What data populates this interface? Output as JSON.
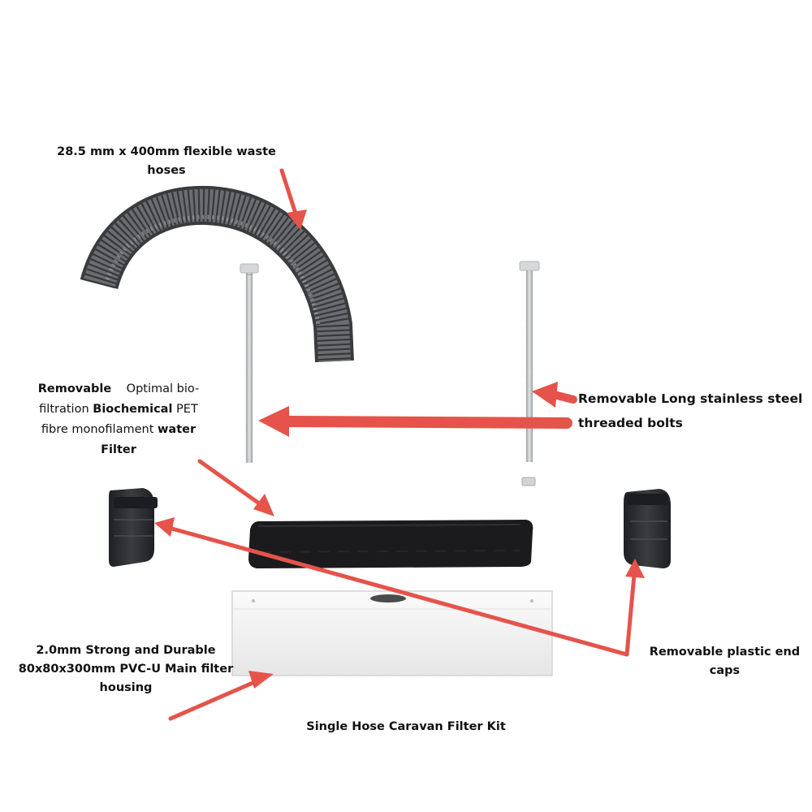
{
  "labels": {
    "hose": "28.5 mm x 400mm flexible waste hoses",
    "filter_line1_bold": "Removable",
    "filter_line1_rest": "Optimal bio-",
    "filter_line2_start": "filtration",
    "filter_line2_bold": "Biochemical",
    "filter_line2_end": "PET",
    "filter_line3_start": "fibre monofilament",
    "filter_line3_bold": "water",
    "filter_line4_bold": "Filter",
    "bolts_line1": "Removable Long stainless steel",
    "bolts_line2": "threaded bolts",
    "housing_line1": "2.0mm Strong and Durable",
    "housing_line2": "80x80x300mm PVC-U Main filter",
    "housing_line3": "housing",
    "caps": "Removable plastic end caps"
  },
  "caption": "Single Hose Caravan Filter Kit",
  "colors": {
    "arrow": "#e5534b",
    "hose": "#6b6d70",
    "hose_ribs": "#3a3b3d",
    "filter": "#1b1b1d",
    "end_cap": "#2a2c2f",
    "housing": "#f2f2f2",
    "bolt": "#c6c8ca"
  },
  "icons": [
    "hose-icon",
    "threaded-bolt-icon",
    "end-cap-icon",
    "filter-sponge-icon",
    "housing-icon",
    "arrow-icon"
  ]
}
